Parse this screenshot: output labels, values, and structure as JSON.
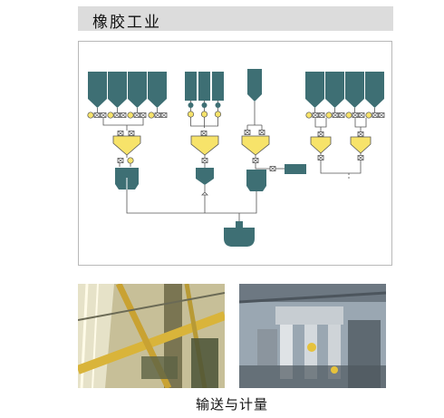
{
  "header": {
    "title": "橡胶工业"
  },
  "caption": {
    "text": "输送与计量"
  },
  "colors": {
    "silo": "#3e6f74",
    "hopper_yellow": "#f7e36a",
    "line": "#555555",
    "header_bg": "#dcdcdc"
  },
  "photos": [
    {
      "name": "photo-conveying-pipes"
    },
    {
      "name": "photo-metering-equipment"
    }
  ]
}
